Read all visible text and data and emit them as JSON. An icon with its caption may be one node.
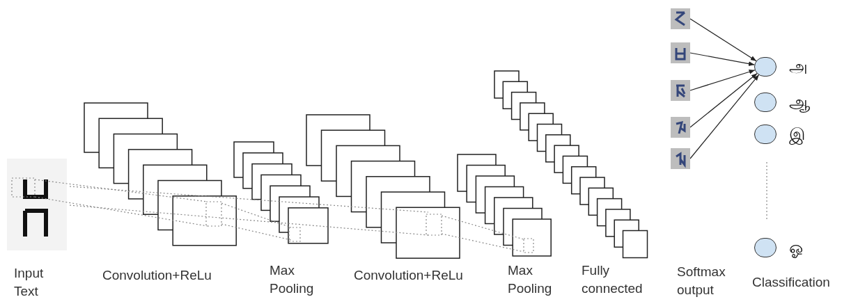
{
  "diagram": {
    "nodes": [
      {
        "text": [],
        "shape": "picture"
      },
      {
        "text": [],
        "shape": "picture"
      },
      {
        "text": [],
        "shape": "picture"
      },
      {
        "text": [],
        "shape": "picture"
      },
      {
        "text": [],
        "shape": "picture"
      },
      {
        "text": [],
        "shape": "circle",
        "beside": [
          "அ"
        ]
      },
      {
        "text": [],
        "shape": "circle",
        "beside": [
          "ஆ"
        ]
      },
      {
        "text": [],
        "shape": "circle",
        "beside": [
          "இ"
        ]
      },
      {
        "text": [],
        "shape": "circle",
        "beside": [
          "ஓ"
        ]
      }
    ],
    "edges": [
      {
        "from": 0,
        "to": 5,
        "arrow": "to"
      },
      {
        "from": 1,
        "to": 5,
        "arrow": "to"
      },
      {
        "from": 2,
        "to": 5,
        "arrow": "to"
      },
      {
        "from": 3,
        "to": 5,
        "arrow": "to"
      },
      {
        "from": 4,
        "to": 5,
        "arrow": "to"
      }
    ],
    "labels": [
      "Input Text",
      "Convolution+ReLu",
      "Max Pooling",
      "Convolution+ReLu",
      "Max Pooling",
      "Fully connected",
      "Softmax output",
      "Classification"
    ]
  }
}
